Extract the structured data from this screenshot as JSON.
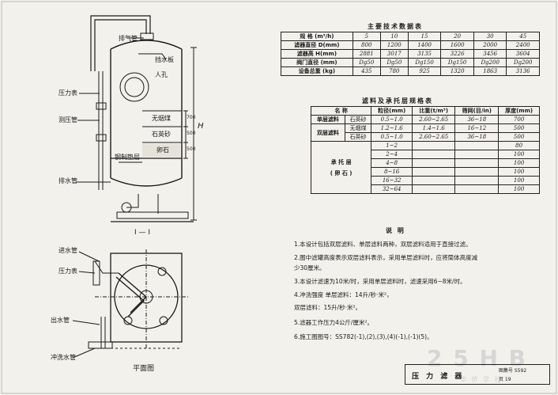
{
  "labels": {
    "exhaust_valve": "排气管",
    "water_collector": "挡水板",
    "manhole": "人孔",
    "pressure_gauge": "压力表",
    "pressure_balance": "测压管",
    "drain_pipe": "排水管",
    "anthracite": "无烟煤",
    "quartz_sand": "石英砂",
    "pebble": "卵石",
    "steel_support": "钢制垫层",
    "height_symbol": "H",
    "dim_700": "700",
    "dim_500a": "500",
    "dim_500b": "500",
    "section_mark": "I — I",
    "inlet_pipe": "进水管",
    "pressure_gauge_2": "压力表",
    "outlet_pipe": "出水管",
    "backwash_pipe": "冲洗水管",
    "plan_view": "平面图"
  },
  "tech_table": {
    "title": "主要技术数据表",
    "header": [
      "规   格 (m³/h)",
      "5",
      "10",
      "15",
      "20",
      "30",
      "45"
    ],
    "rows": [
      [
        "滤器直径 D(mm)",
        "800",
        "1200",
        "1400",
        "1600",
        "2000",
        "2400"
      ],
      [
        "滤器高   H(mm)",
        "2881",
        "3017",
        "3135",
        "3226",
        "3456",
        "3604"
      ],
      [
        "阀门直径 (mm)",
        "Dg50",
        "Dg50",
        "Dg150",
        "Dg150",
        "Dg200",
        "Dg200"
      ],
      [
        "设备总重 (kg)",
        "435",
        "780",
        "925",
        "1320",
        "1863",
        "3136"
      ]
    ]
  },
  "media_table": {
    "title": "滤料及承托层规格表",
    "header": [
      "名    称",
      "粒径(mm)",
      "比重(t/m³)",
      "筛网(目/in)",
      "厚度(mm)"
    ],
    "single": {
      "group": "单层滤料",
      "name": "石英砂",
      "size": "0.5~1.0",
      "density": "2.60~2.65",
      "mesh": "36~18",
      "thick": "700"
    },
    "double": {
      "group": "双层滤料",
      "rows": [
        {
          "name": "无烟煤",
          "size": "1.2~1.6",
          "density": "1.4~1.6",
          "mesh": "16~12",
          "thick": "500"
        },
        {
          "name": "石英砂",
          "size": "0.5~1.0",
          "density": "2.60~2.65",
          "mesh": "36~18",
          "thick": "500"
        }
      ]
    },
    "support": {
      "group_line1": "承 托 层",
      "group_line2": "( 卵  石 )",
      "rows": [
        {
          "size": "1~2",
          "thick": "80"
        },
        {
          "size": "2~4",
          "thick": "100"
        },
        {
          "size": "4~8",
          "thick": "100"
        },
        {
          "size": "8~16",
          "thick": "100"
        },
        {
          "size": "16~32",
          "thick": "100"
        },
        {
          "size": "32~64",
          "thick": "100"
        }
      ]
    }
  },
  "notes": {
    "title": "说    明",
    "lines": [
      "1.本设计包括双层滤料、单层滤料两种，双层滤料适用于直接过滤。",
      "2.图中滤罐高度表示双层滤料表示，采用单层滤料时，应将筒体高度减",
      "   少30厘米。",
      "3.本设计滤速为10米/时，采用单层滤料时，滤速采用6~8米/时。",
      "4.冲洗强度  单层滤料：14升/秒·米²，",
      "               双层滤料：15升/秒·米²。",
      "5.滤器工作压力4公斤/厘米²。",
      "6.施工图图号：SS782(-1),(2),(3),(4)(-1),(-1)(5)。"
    ]
  },
  "title_block": {
    "name": "压 力 滤 器",
    "code": "图集号 S592",
    "page": "页 19"
  },
  "watermark": {
    "main": "2 5 H B",
    "sub": "华 侨 学 社"
  }
}
